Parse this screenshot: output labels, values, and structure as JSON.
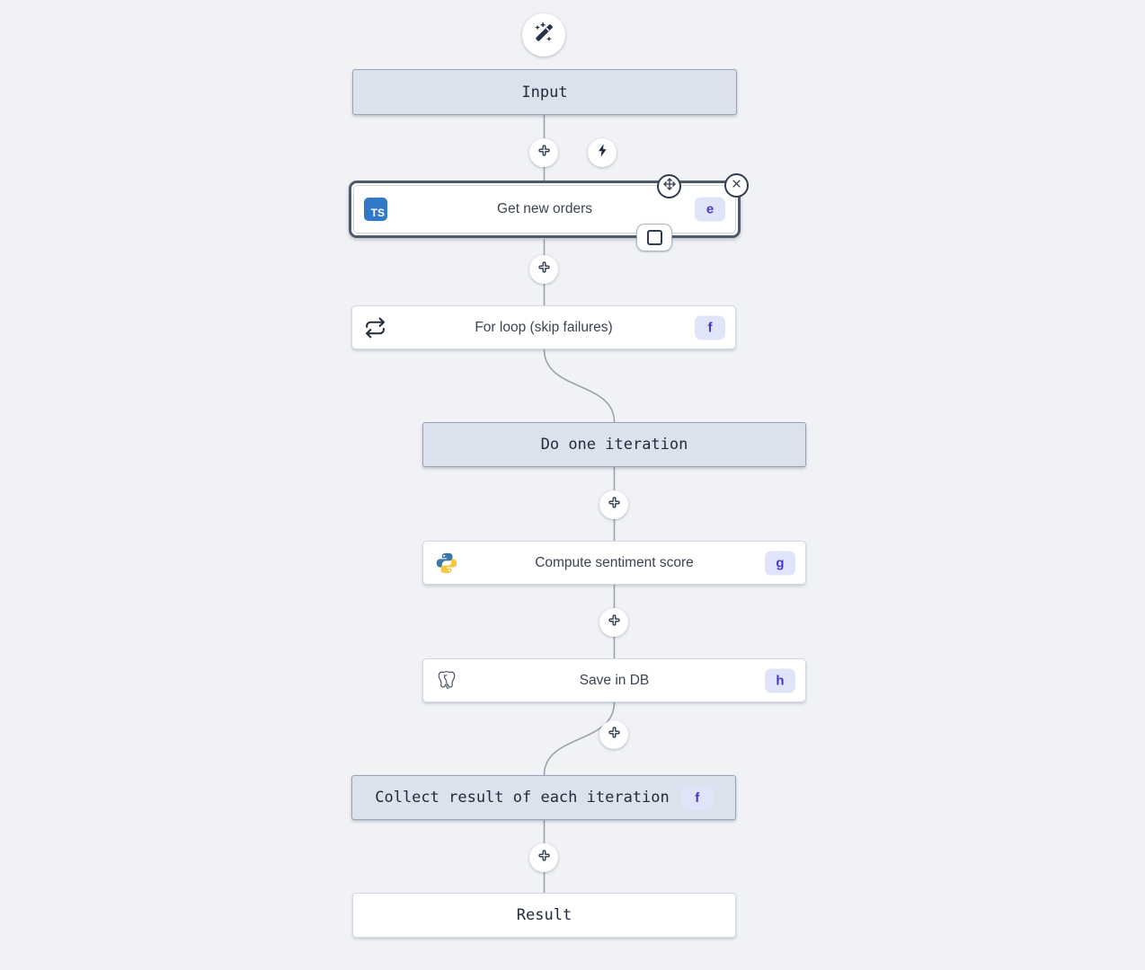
{
  "flow": {
    "top_icon": "magic-wand",
    "nodes": [
      {
        "id": "input",
        "kind": "virtual",
        "label": "Input"
      },
      {
        "id": "e",
        "kind": "script",
        "label": "Get new orders",
        "badge": "e",
        "icon": "typescript",
        "selected": true
      },
      {
        "id": "f",
        "kind": "forloop",
        "label": "For loop (skip failures)",
        "badge": "f",
        "icon": "repeat-loop"
      },
      {
        "id": "do_iter",
        "kind": "virtual",
        "label": "Do one iteration"
      },
      {
        "id": "g",
        "kind": "script",
        "label": "Compute sentiment score",
        "badge": "g",
        "icon": "python"
      },
      {
        "id": "h",
        "kind": "script",
        "label": "Save in DB",
        "badge": "h",
        "icon": "postgresql"
      },
      {
        "id": "collect",
        "kind": "virtual",
        "label": "Collect result of each iteration",
        "badge": "f"
      },
      {
        "id": "result",
        "kind": "virtual",
        "label": "Result"
      }
    ],
    "selected_node_controls": [
      "move",
      "close",
      "box-toggle"
    ],
    "between_node_buttons": [
      "add-step",
      "bolt"
    ],
    "colors": {
      "canvas_bg": "#f0f2f6",
      "virtual_node_bg": "#dce2ed",
      "node_border": "#98a2b3",
      "selected_border": "#4d5a6c",
      "badge_bg": "#e0e4f9",
      "badge_text": "#4338ca",
      "typescript_blue": "#3178c6",
      "wire": "#9aa1ad"
    }
  }
}
